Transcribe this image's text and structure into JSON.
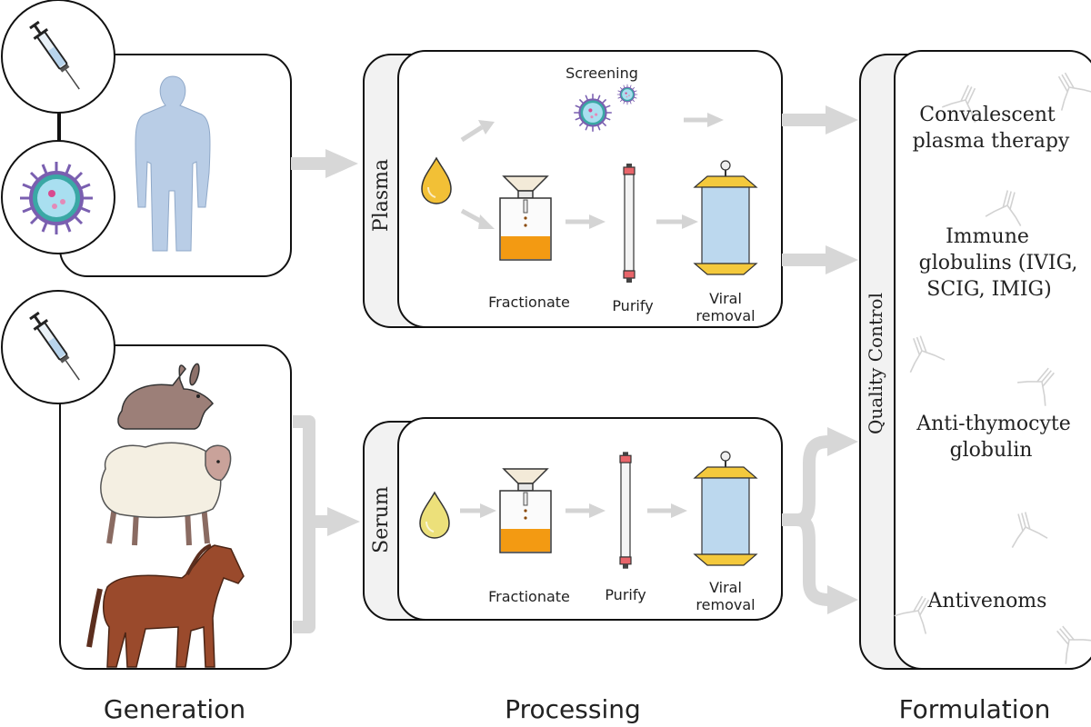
{
  "stages": {
    "generation": "Generation",
    "processing": "Processing",
    "formulation": "Formulation"
  },
  "plasma_panel": {
    "tab_label": "Plasma",
    "screening_label": "Screening",
    "steps": [
      "Fractionate",
      "Purify"
    ],
    "viral_removal_line1": "Viral",
    "viral_removal_line2": "removal"
  },
  "serum_panel": {
    "tab_label": "Serum",
    "steps": [
      "Fractionate",
      "Purify"
    ],
    "viral_removal_line1": "Viral",
    "viral_removal_line2": "removal"
  },
  "formulation_panel": {
    "tab_label": "Quality Control",
    "products": [
      {
        "line1": "Convalescent",
        "line2": "plasma therapy"
      },
      {
        "line1": "Immune",
        "line2": "globulins (IVIG,",
        "line3": "SCIG, IMIG)"
      },
      {
        "line1": "Anti-thymocyte",
        "line2": "globulin"
      },
      {
        "line1": "Antivenoms"
      }
    ]
  },
  "icons": {
    "syringe": "syringe-icon",
    "virus": "virus-icon",
    "human": "human-silhouette-icon",
    "rabbit": "rabbit-icon",
    "sheep": "sheep-icon",
    "horse": "horse-icon",
    "drop": "drop-icon",
    "fractionator": "fractionation-flask-icon",
    "column": "purification-column-icon",
    "filter": "viral-filter-icon",
    "antibody": "antibody-icon"
  },
  "colors": {
    "plasma_drop": "#f2c036",
    "serum_drop": "#ece07a",
    "arrow": "#d7d7d7",
    "human": "#b9cde6",
    "fraction": "#f39a12",
    "filter_cap": "#f4c93c",
    "column_end": "#e8656a"
  }
}
